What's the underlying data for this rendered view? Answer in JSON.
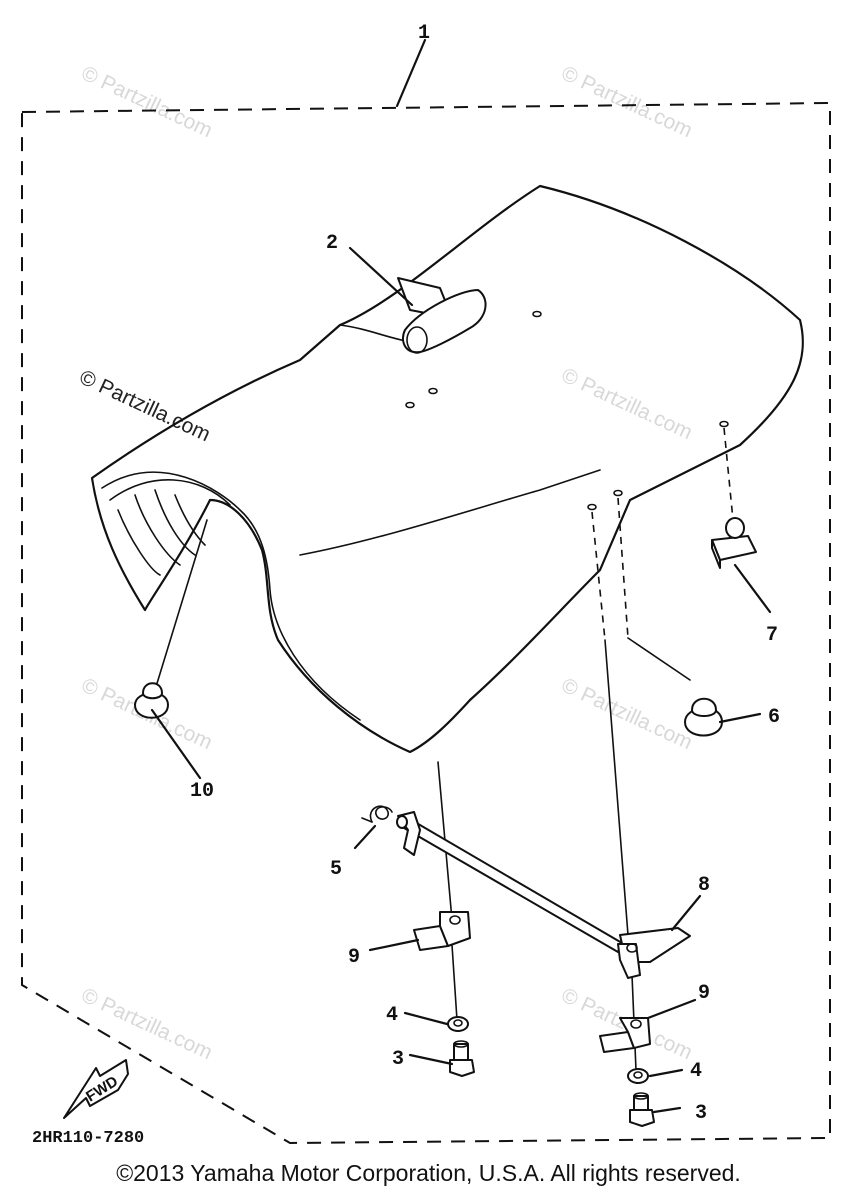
{
  "callouts": [
    "1",
    "2",
    "3",
    "3",
    "4",
    "4",
    "5",
    "6",
    "7",
    "8",
    "9",
    "9",
    "10"
  ],
  "diagram_code": "2HR110-7280",
  "fwd_label": "FWD",
  "watermark": "© Partzilla.com",
  "copyright": "©2013 Yamaha Motor Corporation, U.S.A. All rights reserved."
}
